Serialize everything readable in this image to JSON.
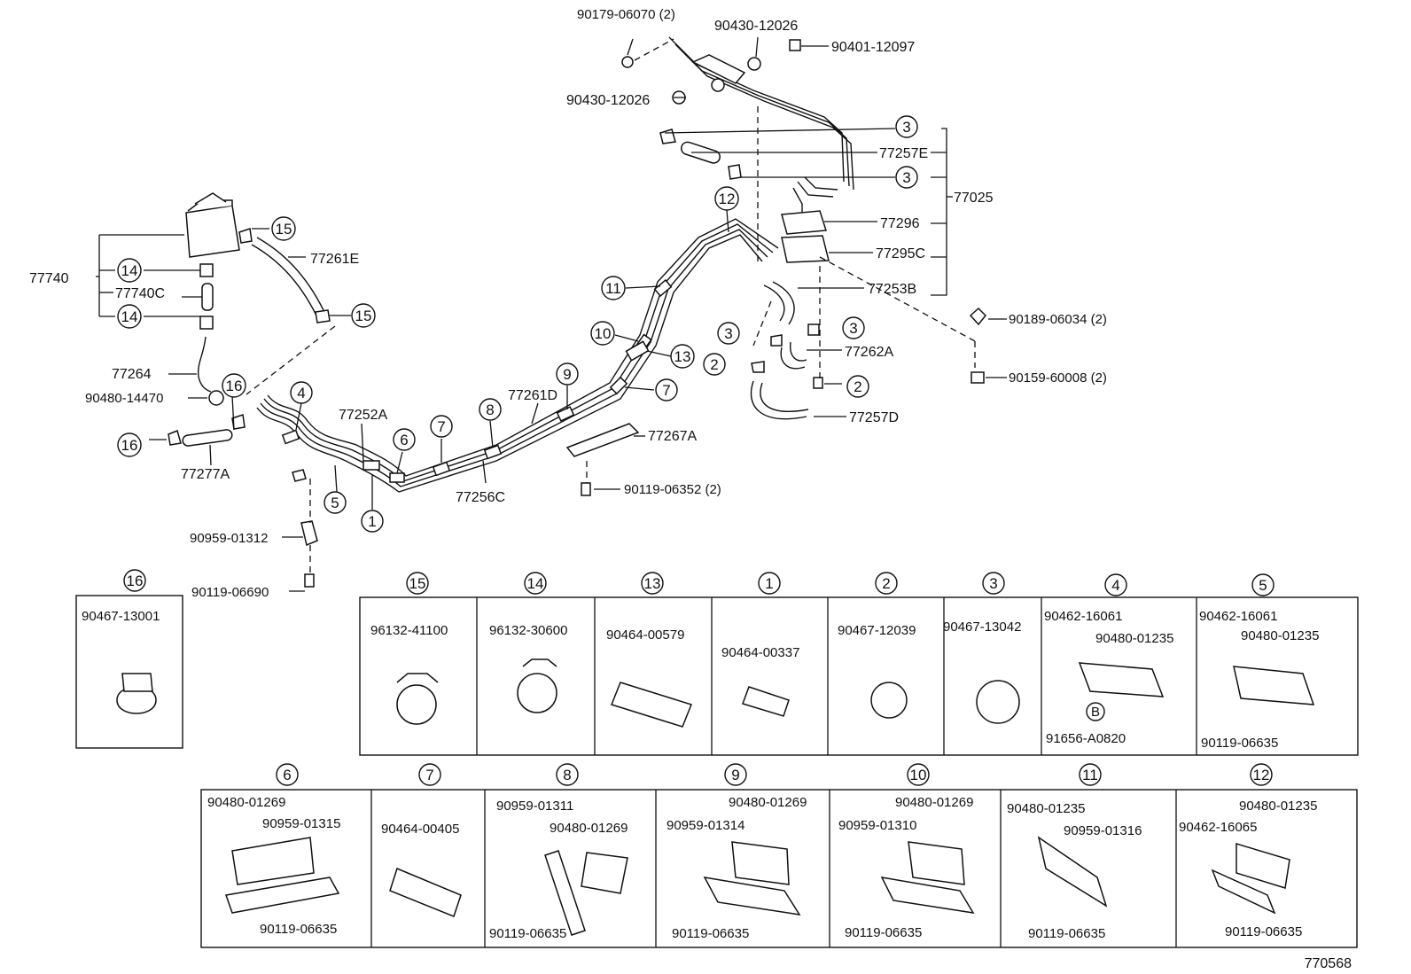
{
  "diagram_id": "770568",
  "callouts": [
    {
      "id": "c1",
      "num": "1"
    },
    {
      "id": "c2a",
      "num": "2"
    },
    {
      "id": "c2b",
      "num": "2"
    },
    {
      "id": "c3a",
      "num": "3"
    },
    {
      "id": "c3b",
      "num": "3"
    },
    {
      "id": "c3c",
      "num": "3"
    },
    {
      "id": "c3d",
      "num": "3"
    },
    {
      "id": "c4",
      "num": "4"
    },
    {
      "id": "c5",
      "num": "5"
    },
    {
      "id": "c6",
      "num": "6"
    },
    {
      "id": "c7a",
      "num": "7"
    },
    {
      "id": "c7b",
      "num": "7"
    },
    {
      "id": "c8",
      "num": "8"
    },
    {
      "id": "c9",
      "num": "9"
    },
    {
      "id": "c10",
      "num": "10"
    },
    {
      "id": "c11",
      "num": "11"
    },
    {
      "id": "c12",
      "num": "12"
    },
    {
      "id": "c13",
      "num": "13"
    },
    {
      "id": "c14a",
      "num": "14"
    },
    {
      "id": "c14b",
      "num": "14"
    },
    {
      "id": "c15a",
      "num": "15"
    },
    {
      "id": "c15b",
      "num": "15"
    },
    {
      "id": "c16a",
      "num": "16"
    },
    {
      "id": "c16b",
      "num": "16"
    }
  ],
  "part_labels": {
    "p_90179": "90179-06070 (2)",
    "p_90430a": "90430-12026",
    "p_90401": "90401-12097",
    "p_90430b": "90430-12026",
    "p_77257E": "77257E",
    "p_77025": "77025",
    "p_77296": "77296",
    "p_77295C": "77295C",
    "p_77253B": "77253B",
    "p_90189": "90189-06034 (2)",
    "p_90159": "90159-60008 (2)",
    "p_77262A": "77262A",
    "p_77257D": "77257D",
    "p_77740": "77740",
    "p_77740C": "77740C",
    "p_77261E": "77261E",
    "p_77264": "77264",
    "p_90480_14470": "90480-14470",
    "p_77277A": "77277A",
    "p_77252A": "77252A",
    "p_77261D": "77261D",
    "p_77256C": "77256C",
    "p_77267A": "77267A",
    "p_90119_06352": "90119-06352 (2)",
    "p_90959_01312": "90959-01312",
    "p_90119_06690": "90119-06690"
  },
  "detail_panels": [
    {
      "id": "d16",
      "num": "16",
      "labels": [
        "90467-13001"
      ]
    },
    {
      "id": "d15",
      "num": "15",
      "labels": [
        "96132-41100"
      ]
    },
    {
      "id": "d14",
      "num": "14",
      "labels": [
        "96132-30600"
      ]
    },
    {
      "id": "d13",
      "num": "13",
      "labels": [
        "90464-00579"
      ]
    },
    {
      "id": "d1",
      "num": "1",
      "labels": [
        "90464-00337"
      ]
    },
    {
      "id": "d2",
      "num": "2",
      "labels": [
        "90467-12039"
      ]
    },
    {
      "id": "d3",
      "num": "3",
      "labels": [
        "90467-13042"
      ]
    },
    {
      "id": "d4",
      "num": "4",
      "labels": [
        "90462-16061",
        "90480-01235",
        "91656-A0820"
      ],
      "badge": "B"
    },
    {
      "id": "d5",
      "num": "5",
      "labels": [
        "90462-16061",
        "90480-01235",
        "90119-06635"
      ]
    },
    {
      "id": "d6",
      "num": "6",
      "labels": [
        "90480-01269",
        "90959-01315",
        "90119-06635"
      ]
    },
    {
      "id": "d7",
      "num": "7",
      "labels": [
        "90464-00405"
      ]
    },
    {
      "id": "d8",
      "num": "8",
      "labels": [
        "90959-01311",
        "90480-01269",
        "90119-06635"
      ]
    },
    {
      "id": "d9",
      "num": "9",
      "labels": [
        "90480-01269",
        "90959-01314",
        "90119-06635"
      ]
    },
    {
      "id": "d10",
      "num": "10",
      "labels": [
        "90480-01269",
        "90959-01310",
        "90119-06635"
      ]
    },
    {
      "id": "d11",
      "num": "11",
      "labels": [
        "90480-01235",
        "90959-01316",
        "90119-06635"
      ]
    },
    {
      "id": "d12",
      "num": "12",
      "labels": [
        "90480-01235",
        "90462-16065",
        "90119-06635"
      ]
    }
  ]
}
